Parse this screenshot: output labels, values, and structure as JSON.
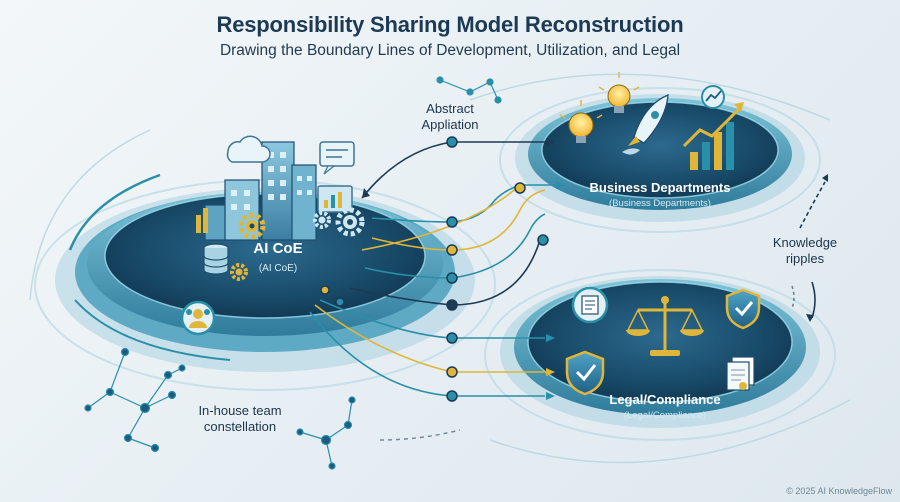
{
  "header": {
    "title": "Responsibility Sharing Model Reconstruction",
    "subtitle": "Drawing the Boundary Lines of Development, Utilization, and Legal"
  },
  "nodes": {
    "ai_coe": {
      "label": "AI CoE",
      "sublabel": "(AI CoE)"
    },
    "business": {
      "label": "Business Departments",
      "sublabel": "(Business Departments)"
    },
    "legal": {
      "label": "Legal/Compliance",
      "sublabel": "(Legal/Compliance)"
    }
  },
  "annotations": {
    "abstract_line1": "Abstract",
    "abstract_line2": "Appliation",
    "knowledge_line1": "Knowledge",
    "knowledge_line2": "ripples",
    "team_line1": "In-house team",
    "team_line2": "constellation"
  },
  "footer": {
    "credit": "© 2025 AI KnowledgeFlow"
  },
  "colors": {
    "navy": "#1d3a55",
    "teal": "#2a8fa8",
    "gold": "#e0b63a",
    "ellipse_dark": "#163e5e",
    "ellipse_light": "#3d8fae"
  }
}
